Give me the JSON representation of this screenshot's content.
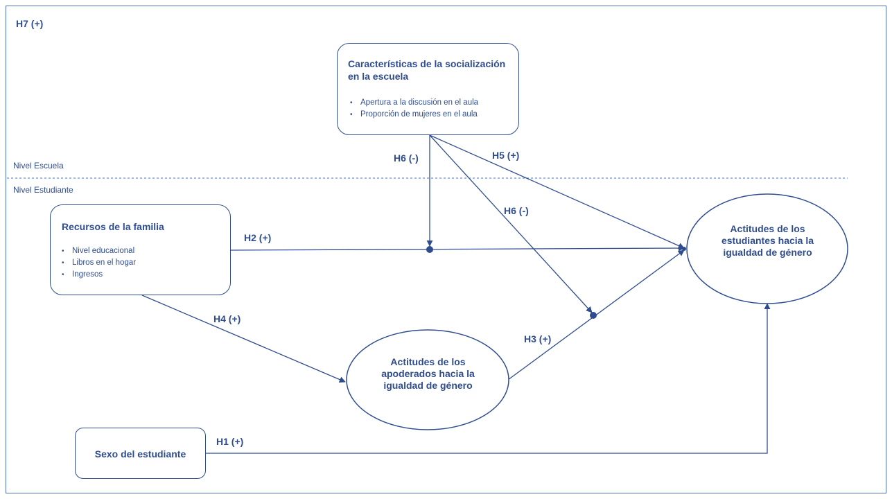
{
  "corner_label": "H7 (+)",
  "levels": {
    "school": "Nivel Escuela",
    "student": "Nivel Estudiante"
  },
  "school_box": {
    "title": "Características de la socialización en la escuela",
    "items": [
      "Apertura a la discusión en el aula",
      "Proporción de mujeres en el aula"
    ]
  },
  "family_box": {
    "title": "Recursos de la familia",
    "items": [
      "Nivel educacional",
      "Libros en el hogar",
      "Ingresos"
    ]
  },
  "sex_box": {
    "title": "Sexo del estudiante"
  },
  "parents_ellipse": {
    "text": "Actitudes de los apoderados hacia la igualdad de género"
  },
  "students_ellipse": {
    "text": "Actitudes de los estudiantes hacia la igualdad de género"
  },
  "hypotheses": {
    "h1": "H1 (+)",
    "h2": "H2 (+)",
    "h3": "H3 (+)",
    "h4": "H4 (+)",
    "h5": "H5 (+)",
    "h6a": "H6 (-)",
    "h6b": "H6 (-)"
  },
  "colors": {
    "line": "#2F4C8F",
    "frame": "#4A6FB5"
  }
}
